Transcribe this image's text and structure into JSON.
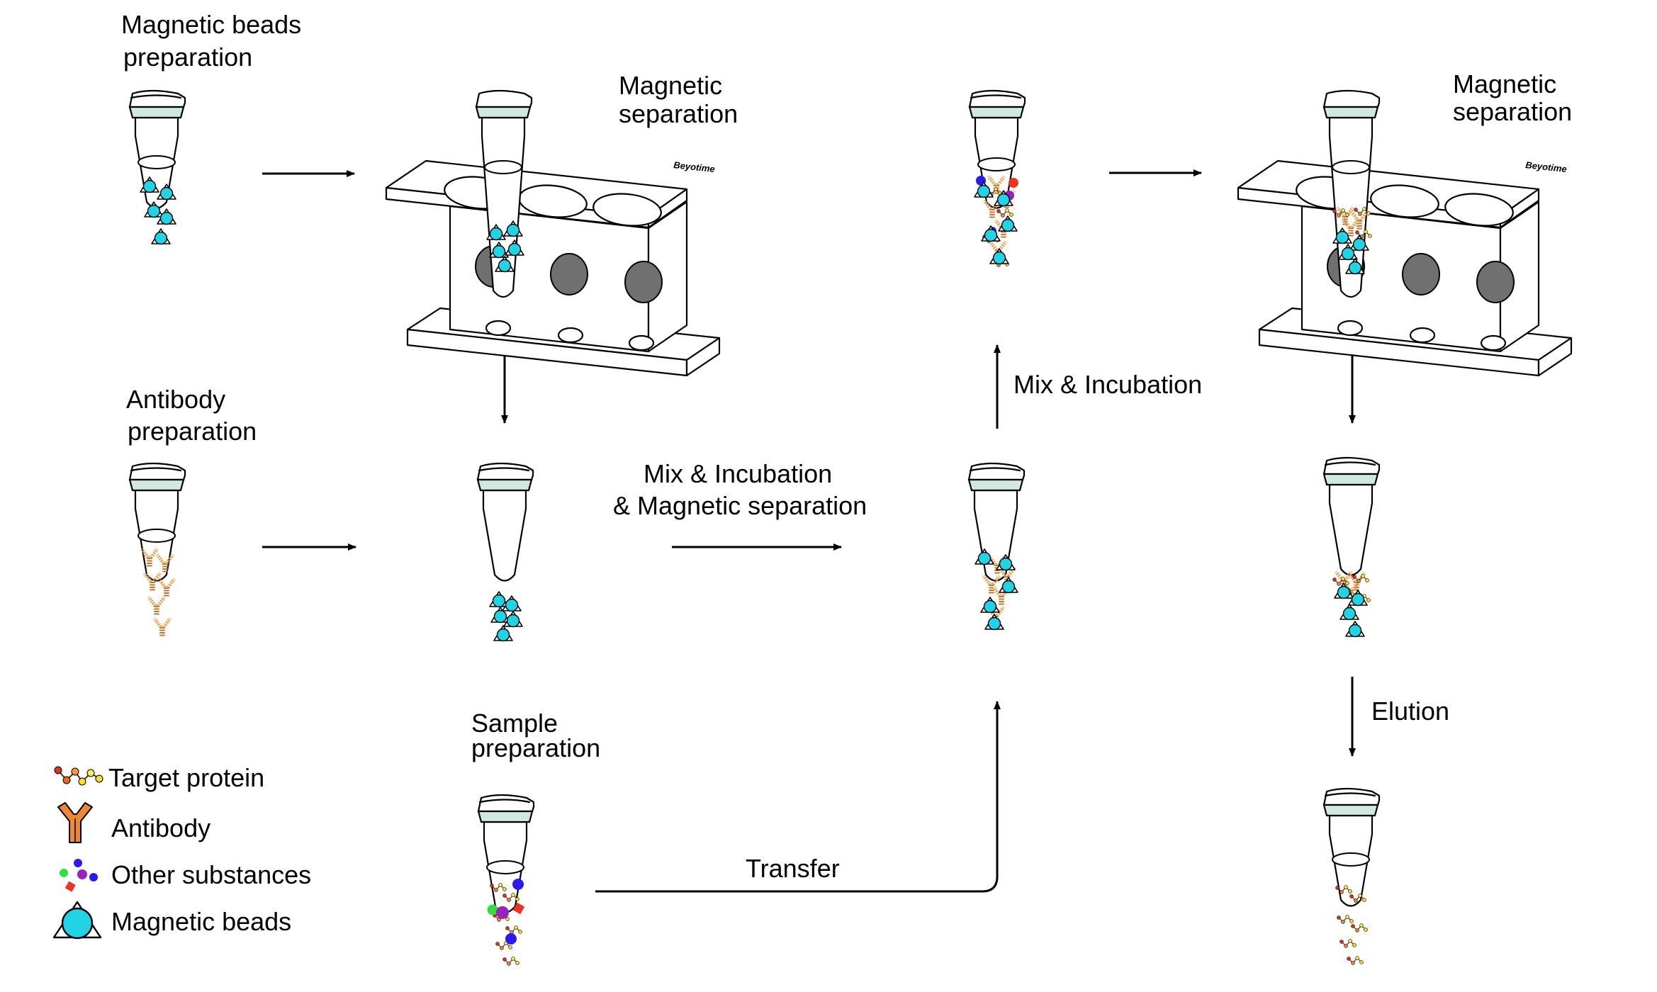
{
  "labels": {
    "beads_prep_1": "Magnetic beads",
    "beads_prep_2": "preparation",
    "mag_sep_a_1": "Magnetic",
    "mag_sep_a_2": "separation",
    "mag_sep_b_1": "Magnetic",
    "mag_sep_b_2": "separation",
    "antibody_prep_1": "Antibody",
    "antibody_prep_2": "preparation",
    "mix_incubation_up": "Mix & Incubation",
    "mix_incubation_sep_1": "Mix & Incubation",
    "mix_incubation_sep_2": "& Magnetic separation",
    "sample_prep_1": "Sample",
    "sample_prep_2": "preparation",
    "transfer": "Transfer",
    "elution": "Elution",
    "rack_brand": "Beyotime"
  },
  "legend": [
    {
      "label": "Target protein",
      "icon": "target-protein-icon"
    },
    {
      "label": "Antibody",
      "icon": "antibody-icon"
    },
    {
      "label": "Other substances",
      "icon": "other-substances-icon"
    },
    {
      "label": "Magnetic beads",
      "icon": "magnetic-bead-icon"
    }
  ],
  "colors": {
    "bead": "#22d3e6",
    "antibody": "#e8a050",
    "cap_band": "#cfe8e2",
    "magnet": "#707070",
    "other_green": "#33dd44",
    "other_blue": "#2a1aee",
    "other_purple": "#9922bb",
    "other_red": "#ee3322"
  }
}
